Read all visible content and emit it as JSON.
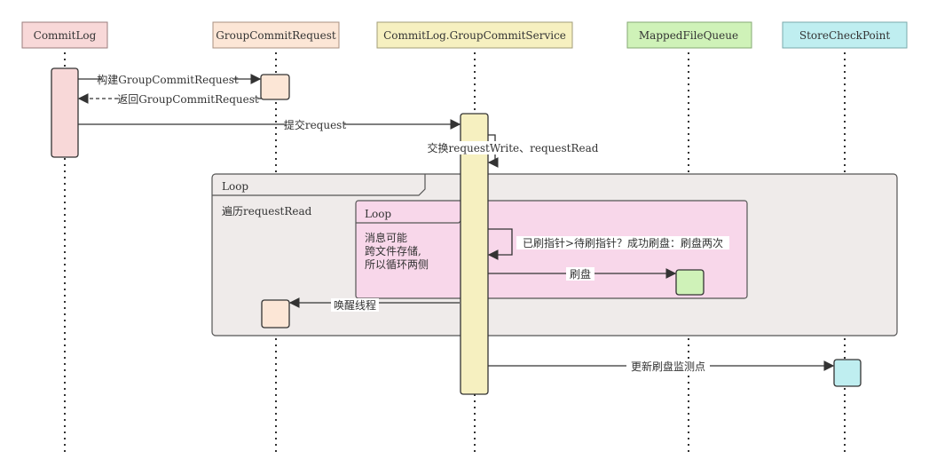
{
  "participants": [
    {
      "id": "commitlog",
      "label": "CommitLog",
      "color": "#f8d8d8"
    },
    {
      "id": "gcr",
      "label": "GroupCommitRequest",
      "color": "#fce6d6"
    },
    {
      "id": "gcs",
      "label": "CommitLog.GroupCommitService",
      "color": "#f6f0c0"
    },
    {
      "id": "mfq",
      "label": "MappedFileQueue",
      "color": "#cff2b8"
    },
    {
      "id": "scp",
      "label": "StoreCheckPoint",
      "color": "#bfeef0"
    }
  ],
  "messages": {
    "build": "构建GroupCommitRequest",
    "return": "返回GroupCommitRequest",
    "submit": "提交request",
    "swap": "交换requestWrite、requestRead",
    "check": "已刷指针>待刷指针？成功刷盘：刷盘两次",
    "flush": "刷盘",
    "wakeup": "唤醒线程",
    "update": "更新刷盘监测点"
  },
  "outer_loop": {
    "title": "Loop",
    "condition": "遍历requestRead"
  },
  "inner_loop": {
    "title": "Loop",
    "note_lines": [
      "消息可能",
      "跨文件存储,",
      "所以循环两侧"
    ]
  }
}
